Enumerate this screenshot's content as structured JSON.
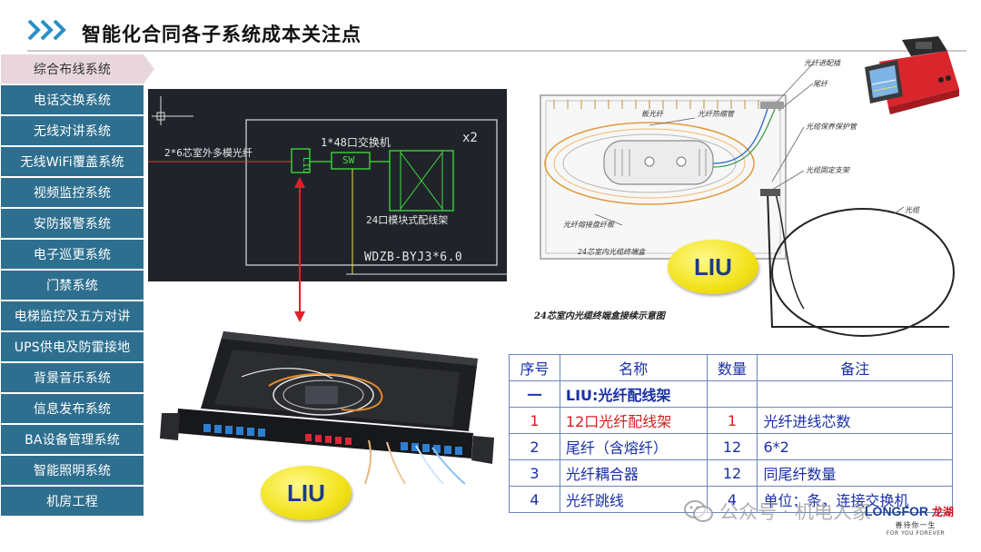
{
  "header": {
    "title": "智能化合同各子系统成本关注点"
  },
  "sidebar": {
    "items": [
      {
        "label": "综合布线系统",
        "active": true
      },
      {
        "label": "电话交换系统"
      },
      {
        "label": "无线对讲系统"
      },
      {
        "label": "无线WiFi覆盖系统"
      },
      {
        "label": "视频监控系统"
      },
      {
        "label": "安防报警系统"
      },
      {
        "label": "电子巡更系统"
      },
      {
        "label": "门禁系统"
      },
      {
        "label": "电梯监控及五方对讲"
      },
      {
        "label": "UPS供电及防雷接地"
      },
      {
        "label": "背景音乐系统"
      },
      {
        "label": "信息发布系统"
      },
      {
        "label": "BA设备管理系统"
      },
      {
        "label": "智能照明系统"
      },
      {
        "label": "机房工程"
      }
    ]
  },
  "cad": {
    "fiber_label": "2*6芯室外多模光纤",
    "liu_label": "LIU",
    "switch_title": "1*48口交换机",
    "sw_label": "SW",
    "multiplier": "x2",
    "patch_label": "24口模块式配线架",
    "cable_label": "WDZB-BYJ3*6.0"
  },
  "diagram": {
    "labels": {
      "fiber_inlet": "光纤进配插",
      "pigtail": "尾纤",
      "panel_fiber": "板光纤",
      "heat_shrink": "光纤热缩管",
      "cable_protect": "光缆保养保护管",
      "cable_fix": "光缆固定支架",
      "cable": "光缆",
      "splice_tray": "光纤熔接盘纤板",
      "box": "24芯室内光缆终端盒"
    },
    "caption": "24芯室内光缆终端盒接续示意图"
  },
  "badges": {
    "liu_top": "LIU",
    "liu_bottom": "LIU"
  },
  "table": {
    "headers": [
      "序号",
      "名称",
      "数量",
      "备注"
    ],
    "rows": [
      {
        "no": "一",
        "name": "LIU:光纤配线架",
        "qty": "",
        "note": "",
        "style": "sect"
      },
      {
        "no": "1",
        "name": "12口光纤配线架",
        "qty": "1",
        "note": "光纤进线芯数",
        "style": "red"
      },
      {
        "no": "2",
        "name": "尾纤（含熔纤）",
        "qty": "12",
        "note": "6*2",
        "style": ""
      },
      {
        "no": "3",
        "name": "光纤耦合器",
        "qty": "12",
        "note": "同尾纤数量",
        "style": ""
      },
      {
        "no": "4",
        "name": "光纤跳线",
        "qty": "4",
        "note": "单位：条，连接交换机",
        "style": ""
      }
    ]
  },
  "watermark": {
    "text": "公众号 · 机电人家",
    "icon": "wechat-icon"
  },
  "logo": {
    "brand": "LONGFOR",
    "brand_cn": "龙湖",
    "tagline_cn": "善待你一生",
    "tagline_en": "FOR YOU FOREVER"
  },
  "colors": {
    "sidebar_bg": "#2e6f8f",
    "sidebar_active": "#e9d6dc",
    "table_text": "#1a2fa8",
    "table_highlight": "#d81e1e",
    "arrow_red": "#e0202a",
    "cad_green": "#3ee03e"
  }
}
